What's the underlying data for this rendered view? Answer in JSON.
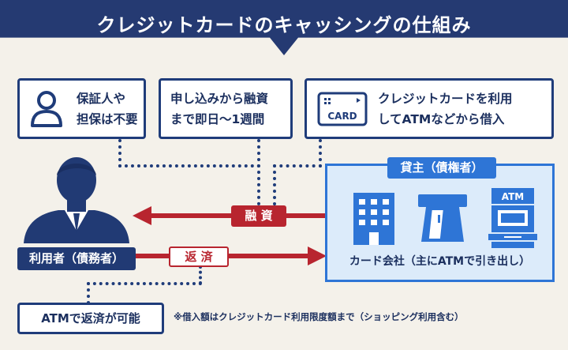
{
  "header": {
    "title": "クレジットカードのキャッシングの仕組み"
  },
  "features": [
    {
      "lines": [
        "保証人や",
        "担保は不要"
      ],
      "icon": "person-icon"
    },
    {
      "lines": [
        "申し込みから融資",
        "まで即日〜1週間"
      ]
    },
    {
      "lines": [
        "クレジットカードを利用",
        "してATMなどから借入"
      ],
      "icon": "card-icon",
      "card_label": "CARD"
    }
  ],
  "borrower": {
    "label": "利用者（債務者）"
  },
  "lender": {
    "tab_label": "貸主（債権者）",
    "caption": "カード会社（主にATMで引き出し）",
    "atm_label": "ATM"
  },
  "flows": {
    "loan_label": "融 資",
    "repay_label": "返 済"
  },
  "bottom": {
    "box_label": "ATMで返済が可能",
    "note": "※借入額はクレジットカード利用限度額まで（ショッピング利用含む）"
  },
  "colors": {
    "navy": "#253a72",
    "red": "#b8252f",
    "blue": "#2e75d6",
    "light_blue": "#dcebfa",
    "background": "#f4f1ea"
  }
}
